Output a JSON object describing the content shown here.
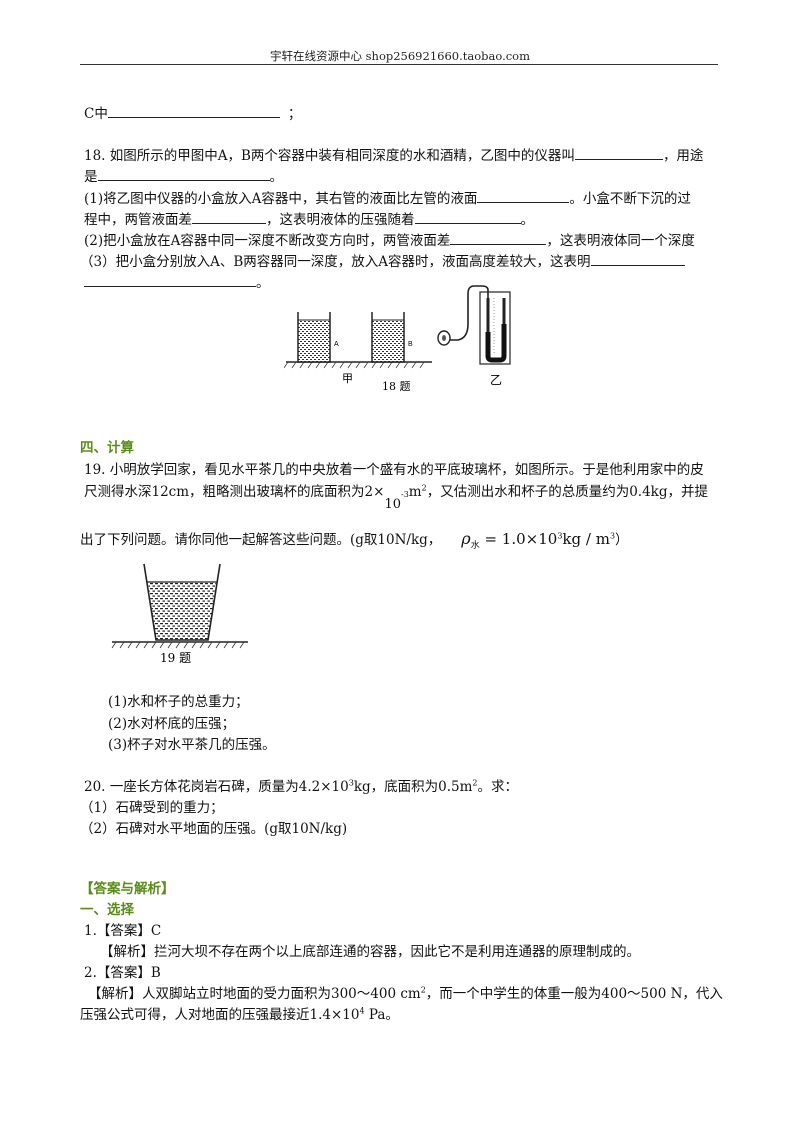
{
  "header": {
    "title": "宇轩在线资源中心   shop256921660.taobao.com"
  },
  "q17c": {
    "prefix": "C中",
    "suffix": "；"
  },
  "q18": {
    "l1a": "18. 如图所示的甲图中A，B两个容器中装有相同深度的水和酒精，乙图中的仪器叫",
    "l1b": "，用途",
    "l2a": "是",
    "l2b": "。",
    "l3a": "(1)将乙图中仪器的小盒放入A容器中，其右管的液面比左管的液面",
    "l3b": "。小盒不断下沉的过",
    "l4a": "程中，两管液面差",
    "l4b": "，这表明液体的压强随着",
    "l4c": "。",
    "l5a": "(2)把小盒放在A容器中同一深度不断改变方向时，两管液面差",
    "l5b": "，这表明液体同一个深度",
    "l6a": "（3）把小盒分别放入A、B两容器同一深度，放入A容器时，液面高度差较大，这表明",
    "l7b": "。",
    "fig_label_jia": "甲",
    "fig_label_num": "18 题",
    "fig_label_yi": "乙",
    "fig_label_a": "A",
    "fig_label_b": "B"
  },
  "section4": {
    "title": "四、计算"
  },
  "q19": {
    "l1": "19. 小明放学回家，看见水平茶几的中央放着一个盛有水的平底玻璃杯，如图所示。于是他利用家中的皮",
    "l2a": "尺测得水深12cm，粗略测出玻璃杯的底面积为2×",
    "l2exp": "10",
    "l2sup": "-3",
    "l2b": "m",
    "l2b_sup": "2",
    "l2c": "，又估测出水和杯子的总质量约为0.4kg，并提",
    "l3": "出了下列问题。请你同他一起解答这些问题。(g取10N/kg，",
    "rho": "ρ",
    "rho_sub": "水",
    "rho_eq": " = 1.0×10",
    "rho_sup": "3",
    "rho_unit": "kg / m",
    "rho_unit_sup": "3",
    "rho_close": "）",
    "fig_label": "19 题",
    "items": [
      "(1)水和杯子的总重力；",
      "(2)水对杯底的压强；",
      "(3)杯子对水平茶几的压强。"
    ]
  },
  "q20": {
    "l1a": "20. 一座长方体花岗岩石碑，质量为4.2×10",
    "l1sup": "3",
    "l1b": "kg，底面积为0.5m",
    "l1sup2": "2",
    "l1c": "。求：",
    "items": [
      "（1）石碑受到的重力；",
      "（2）石碑对水平地面的压强。(g取10N/kg)"
    ]
  },
  "answers": {
    "title": "【答案与解析】",
    "section1": "一、选择",
    "a1": "1.【答案】C",
    "a1_exp": "【解析】拦河大坝不存在两个以上底部连通的容器，因此它不是利用连通器的原理制成的。",
    "a2": "2.【答案】B",
    "a2_exp_a": "【解析】人双脚站立时地面的受力面积为300～400 cm",
    "a2_sup1": "2",
    "a2_exp_b": "，而一个中学生的体重一般为400～500 N，代入",
    "a2_exp_c": "压强公式可得，人对地面的压强最接近1.4×10",
    "a2_sup2": "4",
    "a2_exp_d": " Pa。"
  }
}
